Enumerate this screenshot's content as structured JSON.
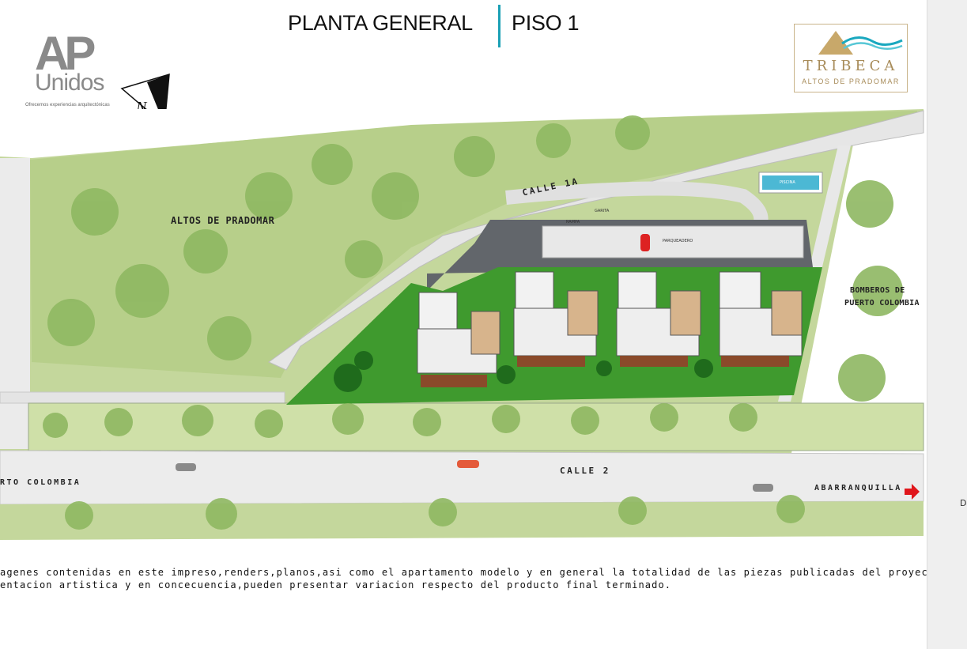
{
  "header": {
    "title_left": "PLANTA GENERAL",
    "title_right": "PISO 1",
    "accent_color": "#1aa0b5"
  },
  "logo_ap": {
    "mark": "AP",
    "name": "Unidos",
    "tagline": "Ofrecemos experiencias arquitectónicas"
  },
  "north_arrow": {
    "icon": "north-arrow-icon",
    "letter": "N"
  },
  "logo_tribeca": {
    "name": "TRIBECA",
    "sub": "ALTOS DE PRADOMAR",
    "color": "#a88c5a"
  },
  "map": {
    "streets": {
      "calle_1a": "CALLE 1A",
      "calle_2": "CALLE 2"
    },
    "areas": {
      "altos": "ALTOS DE PRADOMAR",
      "bomberos_line1": "BOMBEROS DE",
      "bomberos_line2": "PUERTO COLOMBIA",
      "puerto_colombia": "RTO COLOMBIA",
      "barranquilla": "ABARRANQUILLA"
    },
    "site_labels": {
      "rampa": "RAMPA",
      "garita": "GARITA",
      "parqueadero": "PARQUEADERO",
      "piscina": "PISCINA"
    },
    "colors": {
      "lawn": "#3f9a2e",
      "road": "#e4e4e4",
      "vegetation": "#b9cf8f",
      "parking": "#5f6266",
      "arrow": "#e0161b"
    }
  },
  "disclaimer": {
    "line1": "agenes contenidas en este impreso,renders,planos,asi como el apartamento modelo y en general la totalidad de las piezas publicadas del proyecto son",
    "line2": "entacion artistica y en concecuencia,pueden presentar variacion respecto del producto final terminado."
  },
  "side_panel": {
    "char": "D"
  }
}
